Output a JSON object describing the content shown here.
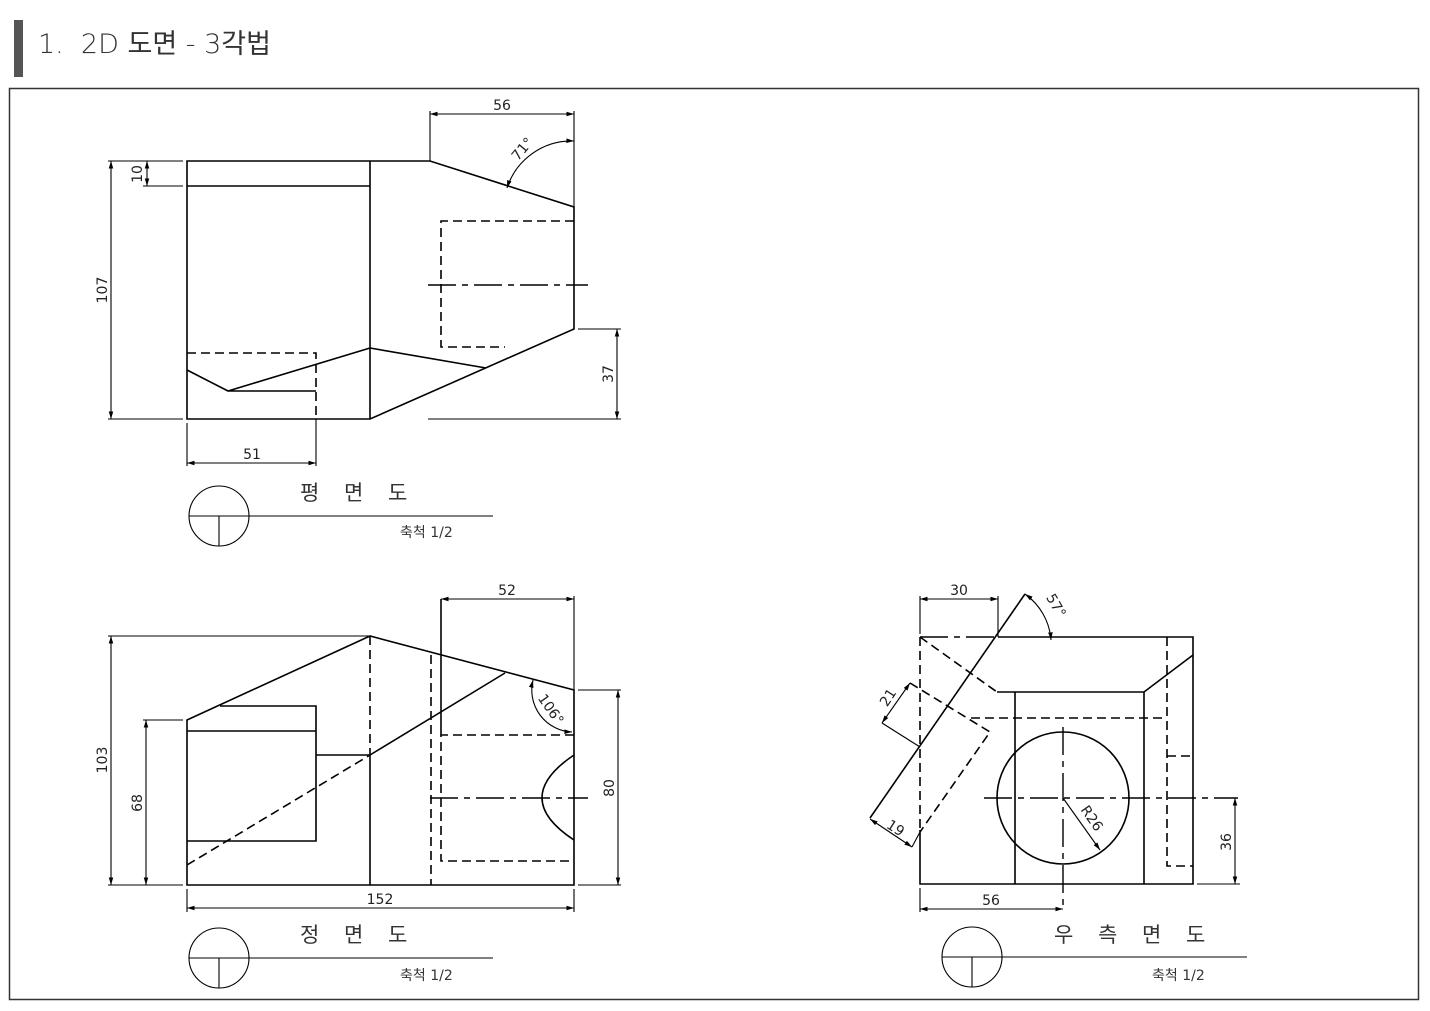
{
  "header": {
    "title": "1.  2D 도면 - 3각법"
  },
  "views": {
    "plan": {
      "title": "평 면 도",
      "scale": "축척 1/2",
      "dims": {
        "width_top": "56",
        "angle": "71°",
        "band": "10",
        "height": "107",
        "inner_width": "51",
        "right_height": "37"
      }
    },
    "front": {
      "title": "정 면 도",
      "scale": "축척 1/2",
      "dims": {
        "width_top": "52",
        "angle": "106°",
        "height": "103",
        "left_height": "68",
        "right_height": "80",
        "total_width": "152"
      }
    },
    "right": {
      "title": "우 측 면 도",
      "scale": "축척 1/2",
      "dims": {
        "width_top": "30",
        "angle": "57°",
        "slot_width": "21",
        "slot_depth": "19",
        "radius": "R26",
        "center_offset": "56",
        "center_height": "36"
      }
    }
  }
}
